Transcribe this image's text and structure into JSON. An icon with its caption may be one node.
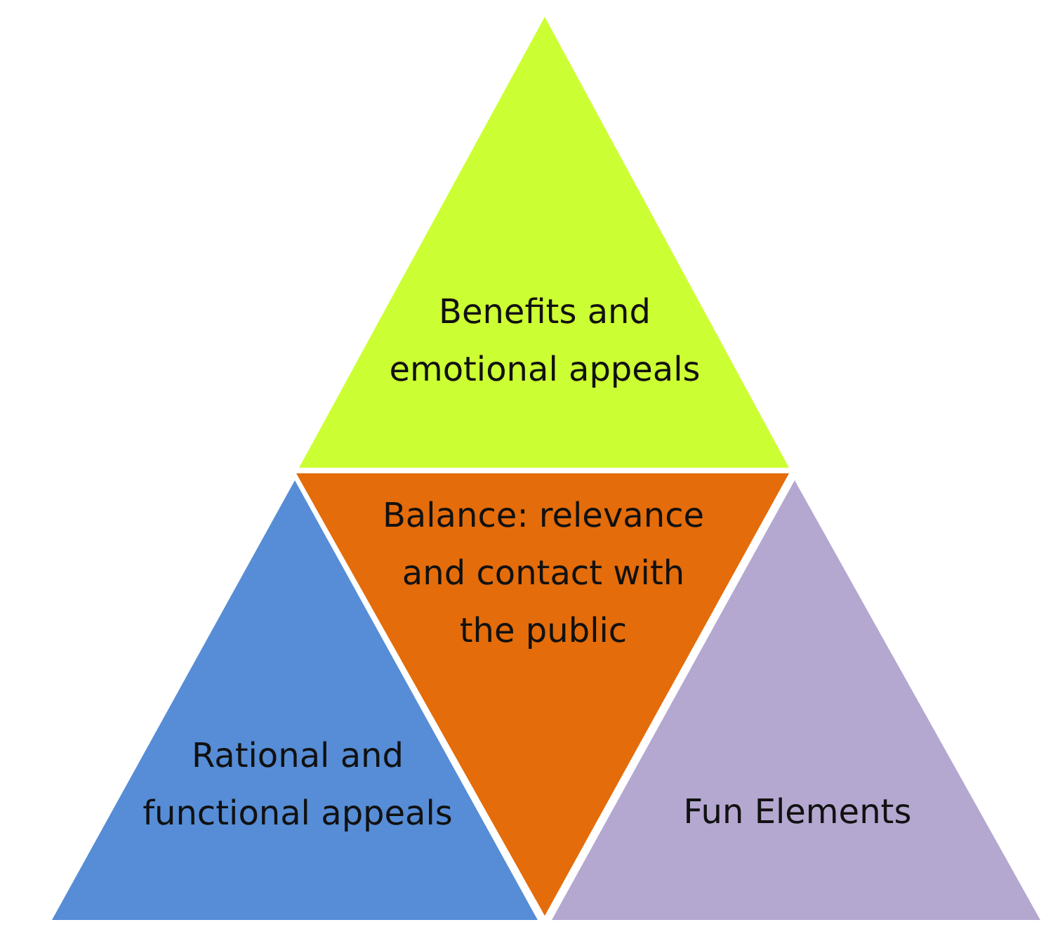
{
  "diagram": {
    "nodes": [
      {
        "text": [
          "Benefits and emotional appeals"
        ]
      },
      {
        "text": [
          "Balance: relevance and contact with the public"
        ]
      },
      {
        "text": [
          "Rational and functional appeals"
        ]
      },
      {
        "text": [
          "Fun Elements"
        ]
      }
    ]
  }
}
